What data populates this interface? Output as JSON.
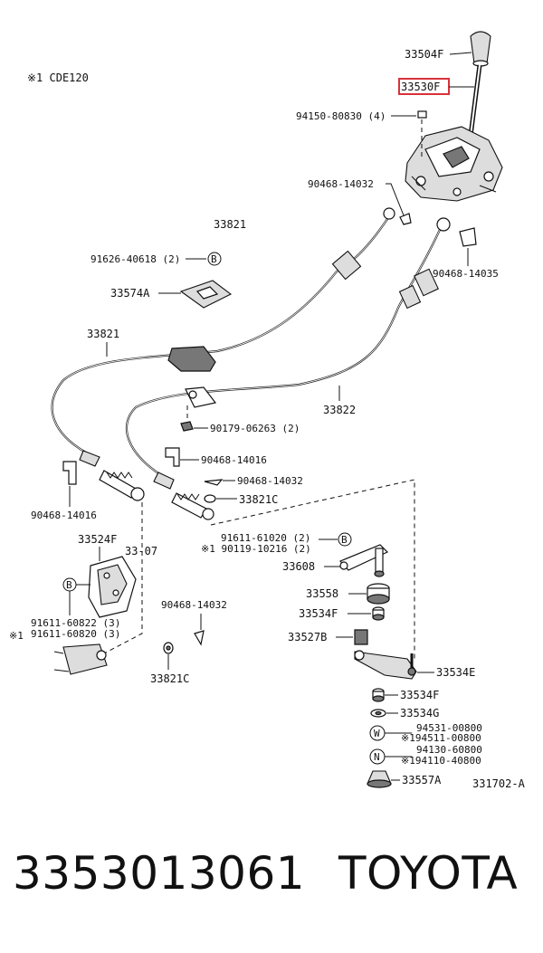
{
  "diagram": {
    "note": "※1 CDE120",
    "labels": {
      "knob": "33504F",
      "lever_highlight": "33530F",
      "bolt": "94150-80830 (4)",
      "clip_top": "90468-14032",
      "cable_top": "33821",
      "bolt_b1": "91626-40618 (2)",
      "grommet": "33574A",
      "clip_right": "90468-14035",
      "cable_left": "33821",
      "cable_right": "33822",
      "nut_bracket": "90179-06263 (2)",
      "clip_mid": "90468-14016",
      "clip_pin": "90468-14032",
      "washer": "33821C",
      "clip_left": "90468-14016",
      "bracket": "33524F",
      "ref_page": "33-07",
      "bolt_c1": "91611-61020 (2)",
      "bolt_c2": "※1 90119-10216 (2)",
      "lever_arm": "33608",
      "bushing": "33558",
      "bush_f_top": "33534F",
      "bolt_b2_1": "91611-60822 (3)",
      "bolt_b2_2": "91611-60820 (3)",
      "note_mark": "※1",
      "clip_low": "90468-14032",
      "washer_low": "33821C",
      "retainer": "33527B",
      "lever_e": "33534E",
      "bush_f_low": "33534F",
      "bush_g": "33534G",
      "washer_w_1": "94531-00800",
      "washer_w_2": "※194511-00800",
      "nut_n_1": "94130-60800",
      "nut_n_2": "※194110-40800",
      "cap_nut": "33557A",
      "diagram_code": "331702-A"
    },
    "callouts": {
      "b": "B",
      "w": "W",
      "n": "N"
    },
    "highlight_color": "#d8323a"
  },
  "footer": {
    "part_number": "3353013061",
    "brand": "TOYOTA"
  }
}
